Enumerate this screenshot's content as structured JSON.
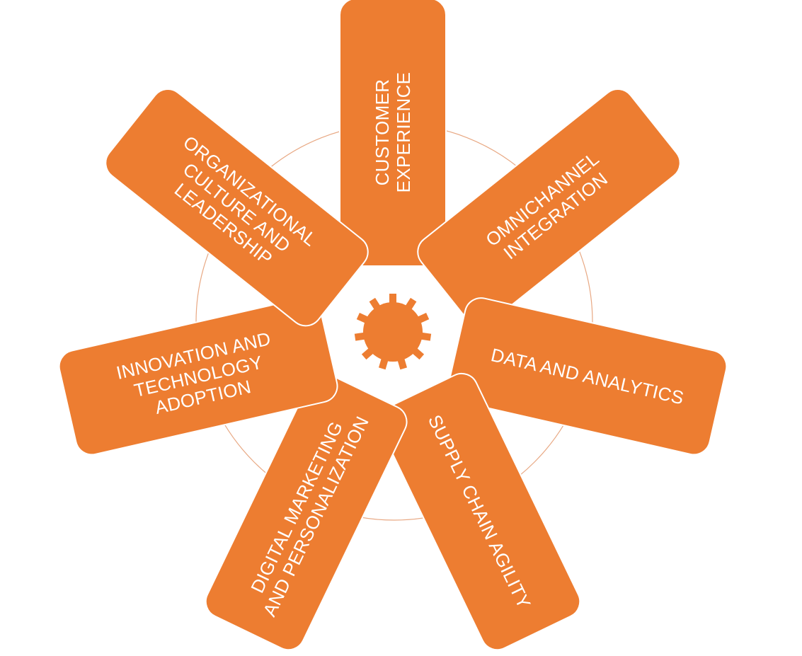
{
  "colors": {
    "accent": "#ED7D31",
    "ring": "#E8A883"
  },
  "center": {
    "icon": "gear-icon"
  },
  "segments": [
    {
      "label": "CUSTOMER EXPERIENCE"
    },
    {
      "label": "OMNICHANNEL INTEGRATION"
    },
    {
      "label": "DATA AND ANALYTICS"
    },
    {
      "label": "SUPPLY CHAIN AGILITY"
    },
    {
      "label": "DIGITAL MARKETING AND PERSONALIZATION"
    },
    {
      "label": "INNOVATION AND TECHNOLOGY ADOPTION"
    },
    {
      "label": "ORGANIZATIONAL CULTURE AND LEADERSHIP"
    }
  ]
}
